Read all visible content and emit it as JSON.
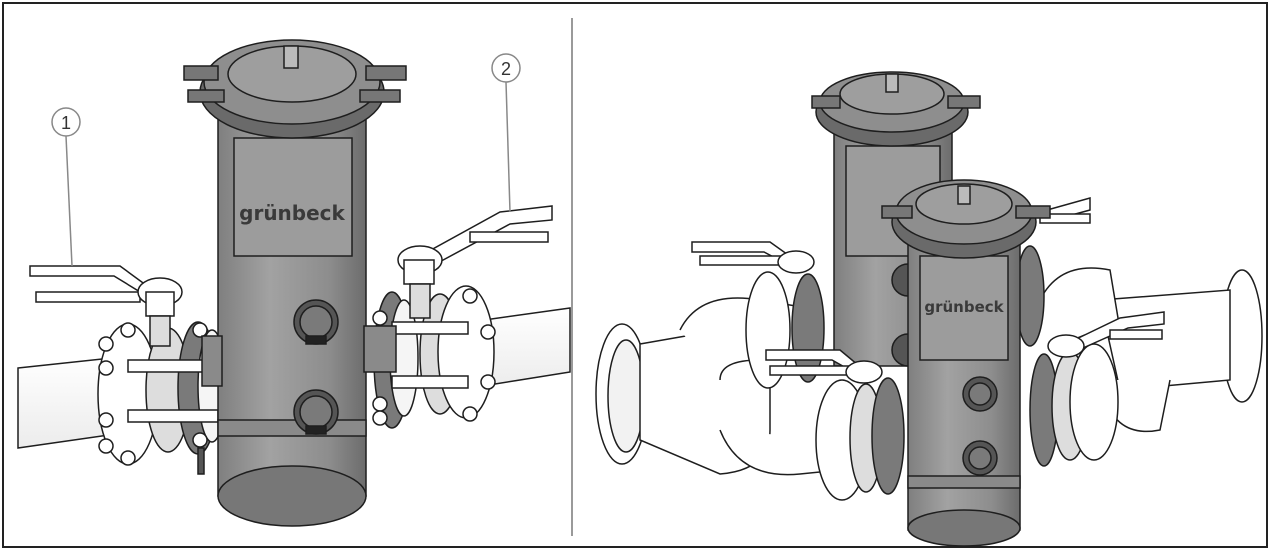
{
  "brand_label": "grünbeck",
  "callouts": [
    "1",
    "2"
  ],
  "colors": {
    "housing": "#8f8f8f",
    "housing_dark": "#6f6f6f",
    "outline": "#1e1e1e",
    "panel": "#9a9a9a",
    "flange": "#7a7a7a",
    "pipe": "#ffffff",
    "callout_stroke": "#888888"
  }
}
